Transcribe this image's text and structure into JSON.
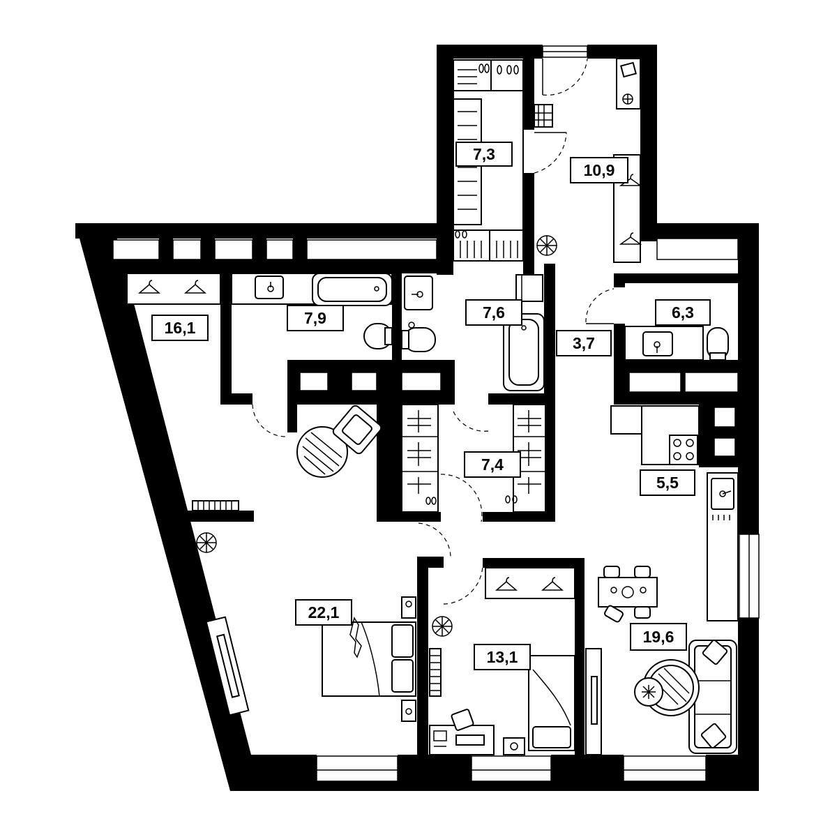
{
  "plan": {
    "rooms": [
      {
        "id": "wardrobe-north",
        "area": "7,3"
      },
      {
        "id": "hallway-north",
        "area": "10,9"
      },
      {
        "id": "wardrobe-west",
        "area": "16,1"
      },
      {
        "id": "bathroom-west",
        "area": "7,9"
      },
      {
        "id": "bathroom-central",
        "area": "7,6"
      },
      {
        "id": "corridor",
        "area": "3,7"
      },
      {
        "id": "wc",
        "area": "6,3"
      },
      {
        "id": "wardrobe-central",
        "area": "7,4"
      },
      {
        "id": "kitchen",
        "area": "5,5"
      },
      {
        "id": "bedroom-main",
        "area": "22,1"
      },
      {
        "id": "bedroom-small",
        "area": "13,1"
      },
      {
        "id": "living-room",
        "area": "19,6"
      }
    ],
    "icons": {
      "plant": "plant-icon",
      "hanger": "hanger-icon",
      "stove": "stove-icon",
      "sink": "sink-icon",
      "bathtub": "bathtub-icon",
      "toilet": "toilet-icon",
      "bed": "bed-icon",
      "sofa": "sofa-icon",
      "armchair": "armchair-icon",
      "table": "dining-table-icon",
      "tv": "tv-icon",
      "radiator": "radiator-icon",
      "shoes": "shoes-icon"
    },
    "colors": {
      "wall": "#000000",
      "background": "#ffffff"
    }
  }
}
